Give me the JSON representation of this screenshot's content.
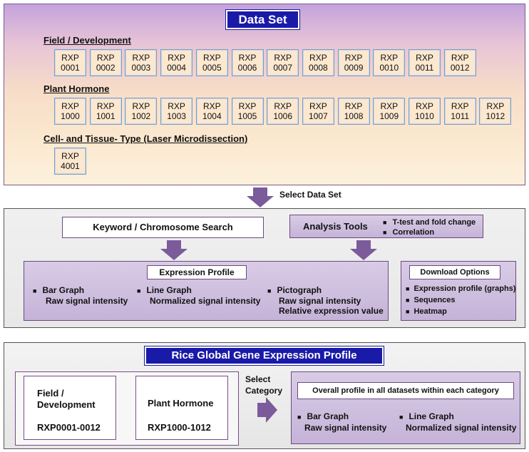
{
  "dataset": {
    "title": "Data Set",
    "field_label": "Field / Development",
    "hormone_label": "Plant Hormone",
    "cell_label": "Cell- and Tissue- Type (Laser Microdissection)",
    "field_items": [
      "0001",
      "0002",
      "0003",
      "0004",
      "0005",
      "0006",
      "0007",
      "0008",
      "0009",
      "0010",
      "0011",
      "0012"
    ],
    "hormone_items": [
      "1000",
      "1001",
      "1002",
      "1003",
      "1004",
      "1005",
      "1006",
      "1007",
      "1008",
      "1009",
      "1010",
      "1011",
      "1012"
    ],
    "cell_items": [
      "4001"
    ],
    "prefix": "RXP"
  },
  "select_label": "Select Data Set",
  "tools": {
    "keyword_label": "Keyword / Chromosome Search",
    "analysis_label": "Analysis Tools",
    "analysis_items": [
      "T-test and fold change",
      "Correlation"
    ],
    "expression_title": "Expression Profile",
    "bar_title": "Bar Graph",
    "bar_desc": "Raw signal intensity",
    "line_title": "Line Graph",
    "line_desc": "Normalized signal intensity",
    "picto_title": "Pictograph",
    "picto_desc1": "Raw signal intensity",
    "picto_desc2": "Relative expression value",
    "download_title": "Download Options",
    "download_items": [
      "Expression profile (graphs)",
      "Sequences",
      "Heatmap"
    ]
  },
  "rice": {
    "title": "Rice Global Gene Expression Profile",
    "field_line1": "Field /",
    "field_line2": "Development",
    "field_range": "RXP0001-0012",
    "hormone_label": "Plant Hormone",
    "hormone_range": "RXP1000-1012",
    "select_line1": "Select",
    "select_line2": "Category",
    "overall_label": "Overall profile in all datasets within each category",
    "bar_title": "Bar Graph",
    "bar_desc": "Raw signal intensity",
    "line_title": "Line Graph",
    "line_desc": "Normalized signal intensity"
  },
  "colors": {
    "accent": "#1a1aa8",
    "arrow": "#7b5b9a",
    "lavender": "#cdbcdd"
  }
}
